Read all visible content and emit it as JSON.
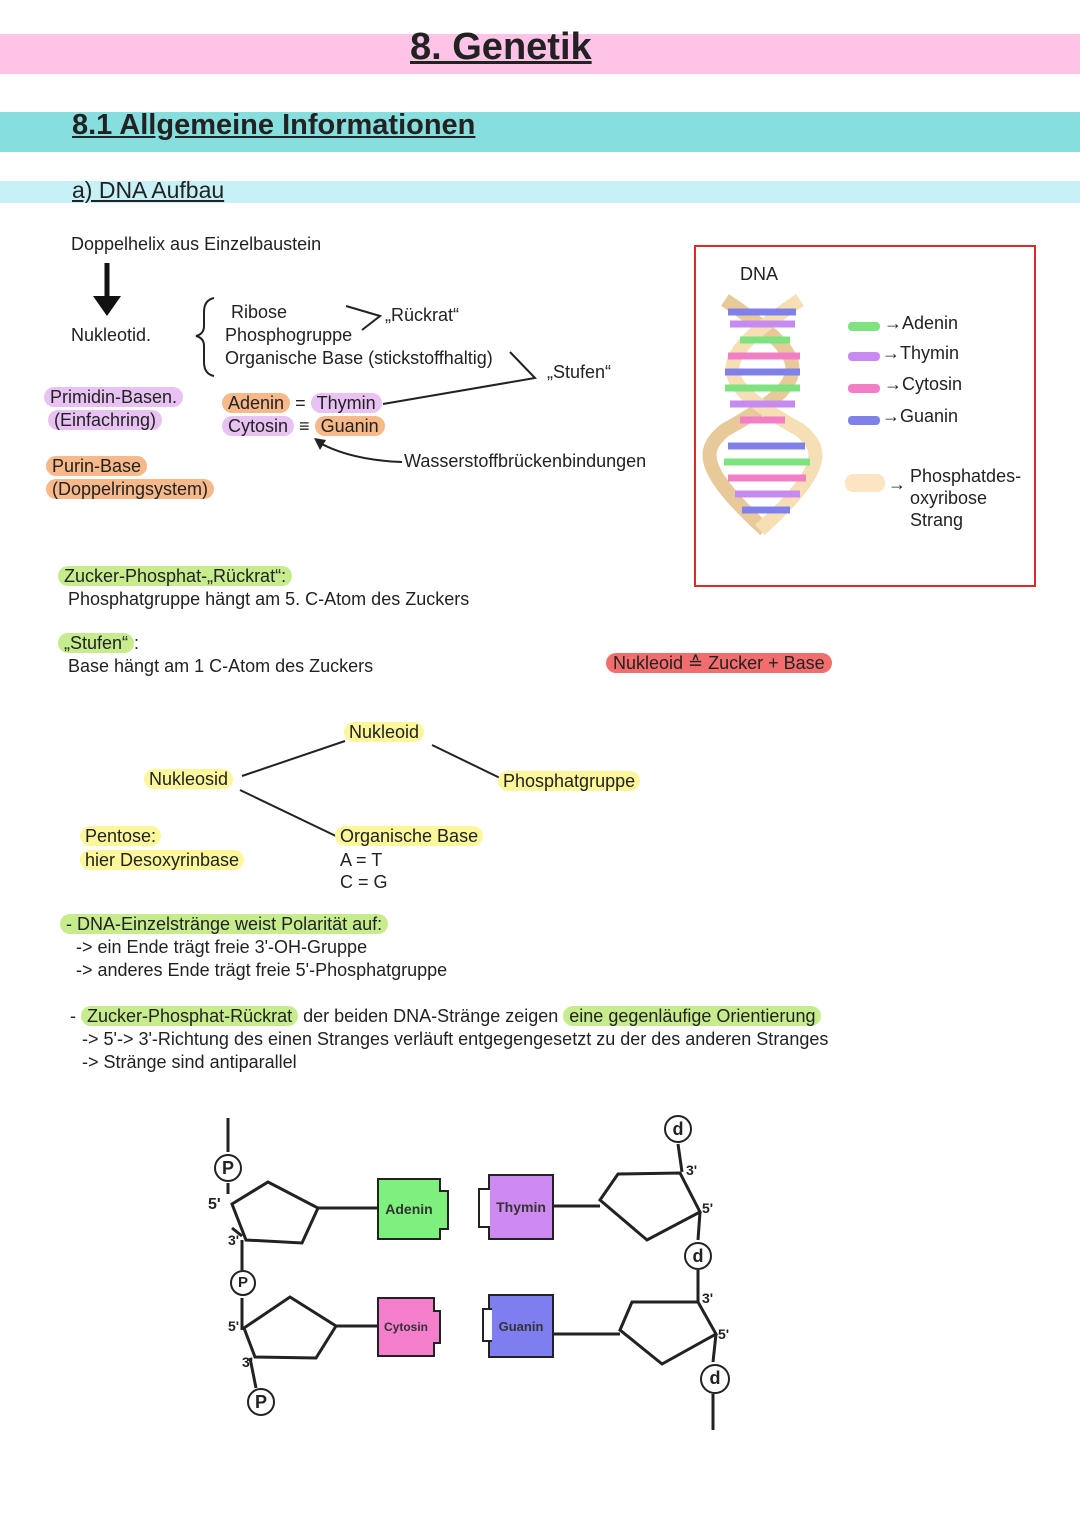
{
  "header": {
    "title": "8. Genetik",
    "band_color": "#ffc3e8"
  },
  "section": {
    "title": "8.1 Allgemeine Informationen",
    "band_color": "#87dede"
  },
  "subsection": {
    "title": "a) DNA Aufbau",
    "band_color": "#c7f1f7"
  },
  "intro": {
    "helix": "Doppelhelix aus Einzelbaustein",
    "nucleotide": "Nukleotid.",
    "ribose": "Ribose",
    "phosphate_group": "Phosphogruppe",
    "organic_base": "Organische Base (stickstoffhaltig)",
    "backbone_label": "„Rückrat“",
    "steps_label": "„Stufen“",
    "pyrimidine": "Primidin-Basen.",
    "pyrimidine_sub": "(Einfachring)",
    "purine": "Purin-Base",
    "purine_sub": "(Doppelringsystem)",
    "adenine": "Adenin",
    "eq2": "=",
    "thymine": "Thymin",
    "cytosine": "Cytosin",
    "eq3": "≡",
    "guanine": "Guanin",
    "hbonds": "Wasserstoffbrückenbindungen"
  },
  "legend_box": {
    "title": "DNA",
    "border_color": "#dd2a2a",
    "items": [
      {
        "arrow": "→",
        "label": "Adenin",
        "color": "#7ee37e"
      },
      {
        "arrow": "→",
        "label": "Thymin",
        "color": "#c78af0"
      },
      {
        "arrow": "→",
        "label": "Cytosin",
        "color": "#f27ec6"
      },
      {
        "arrow": "→",
        "label": "Guanin",
        "color": "#8080ea"
      }
    ],
    "strand_arrow": "→",
    "strand_line1": "Phosphatdes-",
    "strand_line2": "oxyribose",
    "strand_line3": "Strang",
    "strand_color": "#fde5c3"
  },
  "notes": {
    "backbone_head": "Zucker-Phosphat-„Rückrat“:",
    "backbone_text": "Phosphatgruppe hängt am 5. C-Atom des Zuckers",
    "steps_head": "„Stufen“",
    "steps_colon": ":",
    "steps_text": "Base hängt am 1 C-Atom des Zuckers",
    "nucleoid_def": "Nukleoid ≙ Zucker + Base"
  },
  "tree": {
    "root": "Nukleoid",
    "left": "Nukleosid",
    "right": "Phosphatgruppe",
    "pentose": "Pentose:",
    "pentose_sub": "hier Desoxyrinbase",
    "base": "Organische Base",
    "pair1": "A = T",
    "pair2": "C = G"
  },
  "polarity": {
    "head": "- DNA-Einzelstränge weist Polarität auf:",
    "line1": "-> ein Ende trägt freie 3'-OH-Gruppe",
    "line2": "-> anderes Ende trägt freie 5'-Phosphatgruppe"
  },
  "antiparallel": {
    "dash": "-",
    "hl1": "Zucker-Phosphat-Rückrat",
    "mid": "der beiden DNA-Stränge zeigen",
    "hl2": "eine gegenläufige Orientierung",
    "line1": "-> 5'-> 3'-Richtung des einen Stranges verläuft entgegengesetzt zu der des anderen Stranges",
    "line2": "-> Stränge sind antiparallel"
  },
  "diagram": {
    "adenin": "Adenin",
    "thymin": "Thymin",
    "cytosin": "Cytosin",
    "guanin": "Guanin",
    "p": "P",
    "d": "d",
    "five": "5'",
    "three": "3'"
  }
}
